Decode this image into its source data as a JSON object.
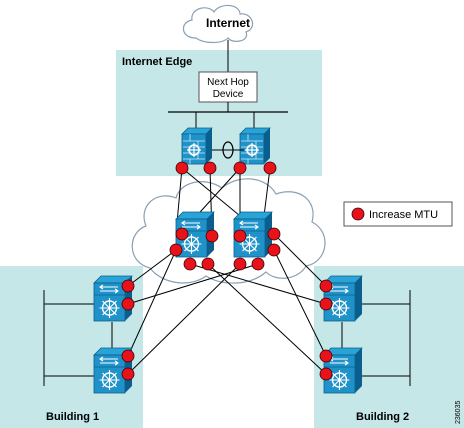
{
  "internet_cloud": {
    "label": "Internet"
  },
  "internet_edge": {
    "label": "Internet Edge"
  },
  "next_hop_device": {
    "line1": "Next Hop",
    "line2": "Device"
  },
  "legend": {
    "label": "Increase MTU",
    "marker_color": "#e8121b"
  },
  "buildings": [
    {
      "label": "Building 1"
    },
    {
      "label": "Building 2"
    }
  ],
  "figure_id": "236035",
  "colors": {
    "zone_fill": "#c6e7e7",
    "device_blue": "#1f93c9",
    "device_dark": "#0b5f8e",
    "marker_red": "#e8121b",
    "cloud_stroke": "#8aa0b4"
  },
  "icons": [
    "cloud-icon",
    "firewall-icon",
    "core-switch-icon",
    "distribution-switch-icon",
    "mtu-marker-icon"
  ]
}
